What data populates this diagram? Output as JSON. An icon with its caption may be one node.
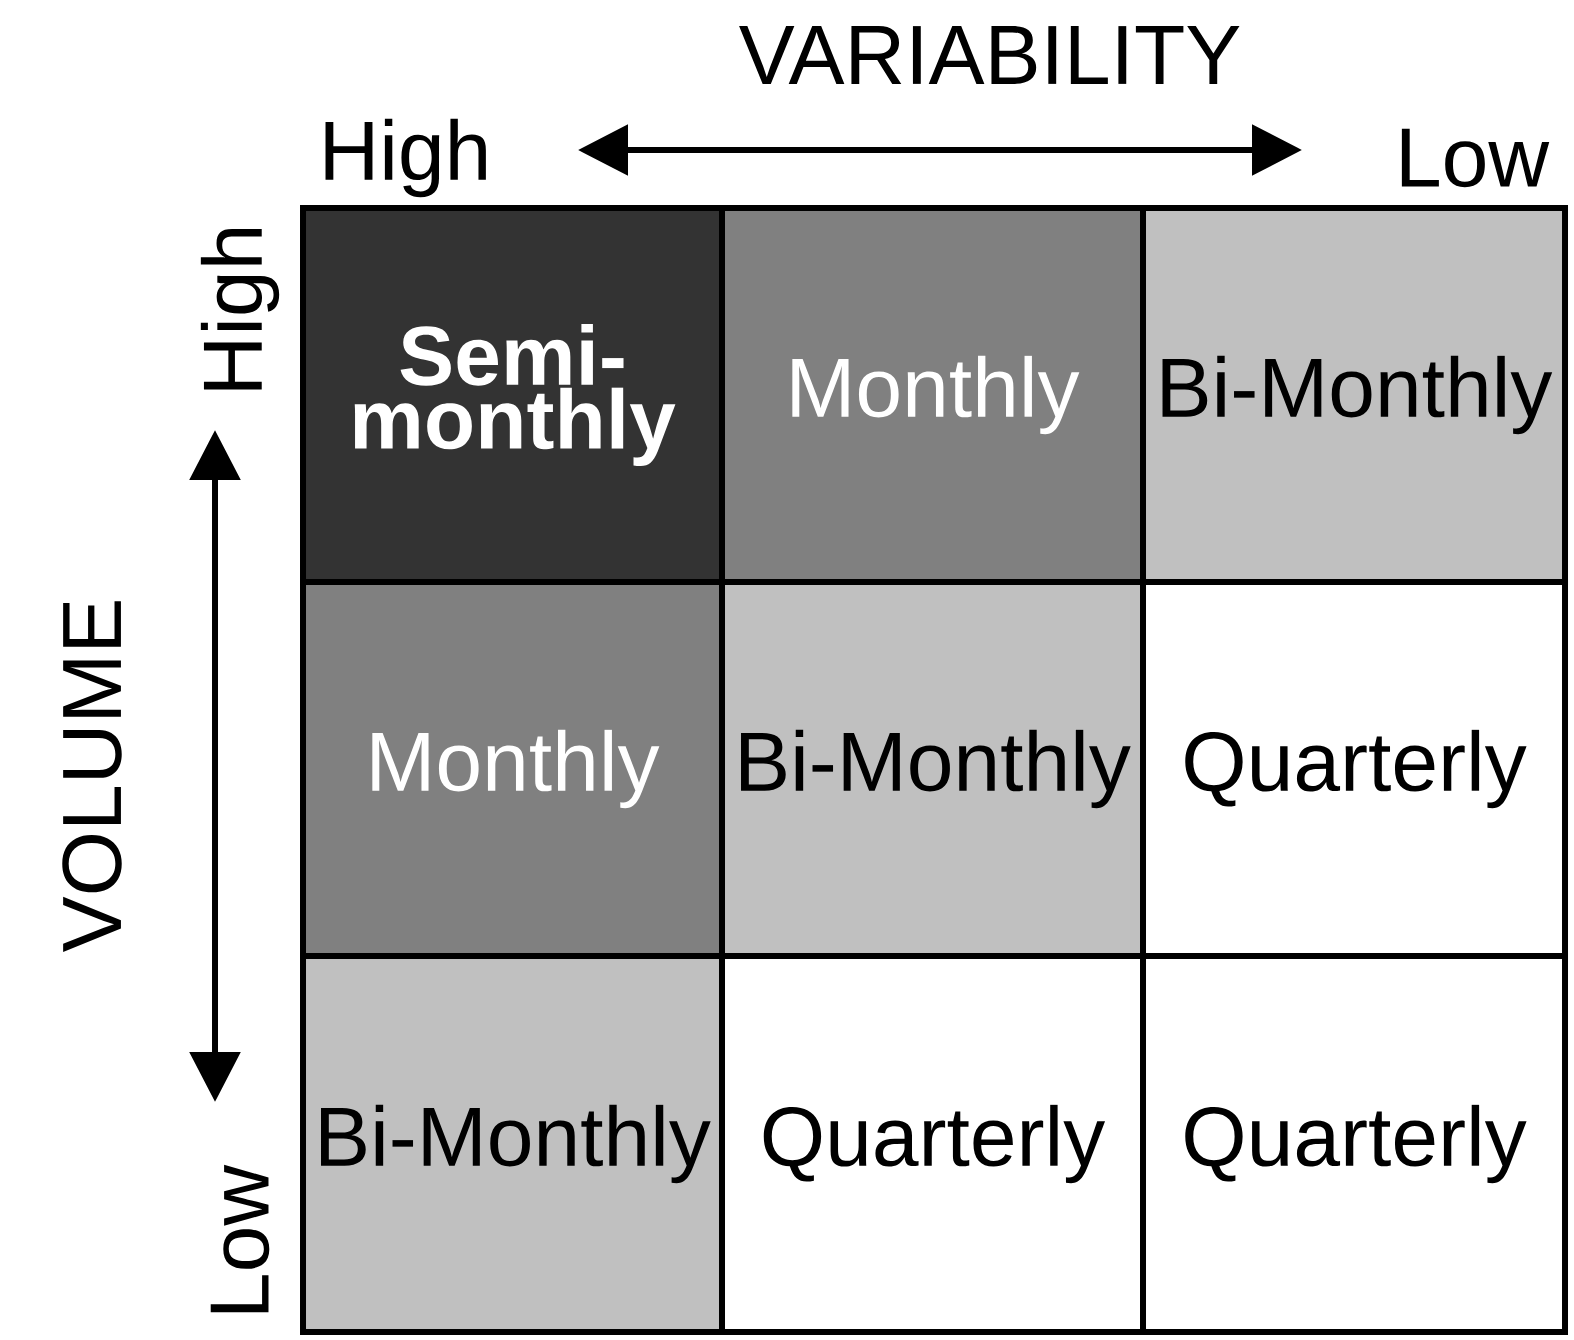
{
  "diagram": {
    "nodes": [
      {
        "text": [
          "Semi-monthly"
        ]
      },
      {
        "text": [
          "Monthly"
        ]
      },
      {
        "text": [
          "Bi-Monthly"
        ]
      },
      {
        "text": [
          "Monthly"
        ]
      },
      {
        "text": [
          "Bi-Monthly"
        ]
      },
      {
        "text": [
          "Quarterly"
        ]
      },
      {
        "text": [
          "Bi-Monthly"
        ]
      },
      {
        "text": [
          "Quarterly"
        ]
      },
      {
        "text": [
          "Quarterly"
        ]
      }
    ],
    "labels": [
      "VARIABILITY",
      "High",
      "Low",
      "High",
      "VOLUME",
      "Low"
    ]
  }
}
